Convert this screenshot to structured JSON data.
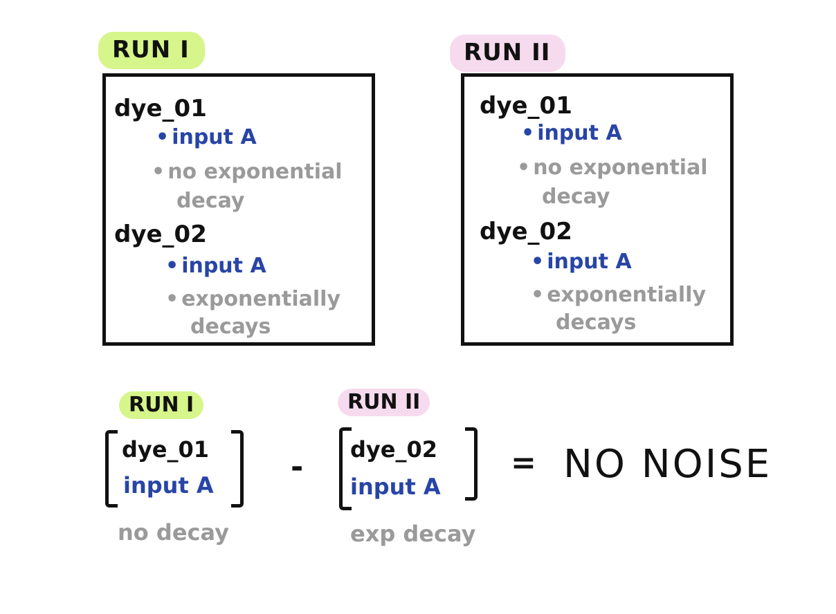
{
  "colors": {
    "run1_highlight": "#d6f58a",
    "run2_highlight": "#f6dbef",
    "blue_text": "#2845a6",
    "gray_text": "#9a9a9a"
  },
  "panels": [
    {
      "title": "RUN I",
      "dye1": "dye_01",
      "dye1_item1": "input A",
      "dye1_item2_line1": "no exponential",
      "dye1_item2_line2": "decay",
      "dye2": "dye_02",
      "dye2_item1": "input A",
      "dye2_item2_line1": "exponentially",
      "dye2_item2_line2": "decays"
    },
    {
      "title": "RUN II",
      "dye1": "dye_01",
      "dye1_item1": "input A",
      "dye1_item2_line1": "no exponential",
      "dye1_item2_line2": "decay",
      "dye2": "dye_02",
      "dye2_item1": "input A",
      "dye2_item2_line1": "exponentially",
      "dye2_item2_line2": "decays"
    }
  ],
  "equation": {
    "left": {
      "title": "RUN I",
      "dye": "dye_01",
      "input": "input A",
      "caption": "no decay"
    },
    "operator": "-",
    "right": {
      "title": "RUN II",
      "dye": "dye_02",
      "input": "input A",
      "caption": "exp decay"
    },
    "equals": "=",
    "result": "NO NOISE"
  },
  "bullet": "•"
}
